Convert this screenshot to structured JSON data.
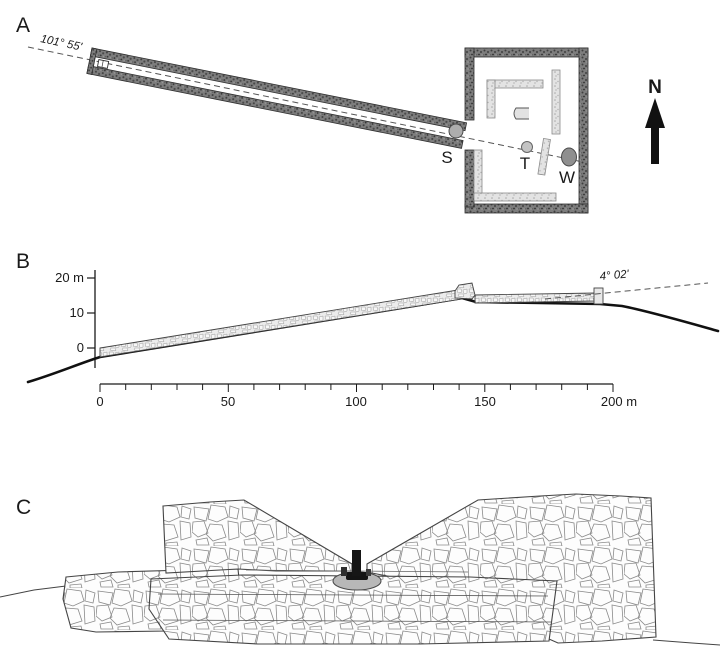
{
  "figure": {
    "colors": {
      "background": "#ffffff",
      "ink": "#1a1a1a",
      "wall_dark": "#7a7a7a",
      "stipple_light": "#e3e3e3",
      "stone_gray": "#b0b0b0"
    },
    "panel_a": {
      "label": "A",
      "bearing_label": "101° 55'",
      "north_label": "N",
      "stone_s_label": "S",
      "stone_t_label": "T",
      "stone_w_label": "W"
    },
    "panel_b": {
      "label": "B",
      "slope_label": "4° 02'",
      "y_axis_ticks": [
        "20 m",
        "10",
        "0"
      ],
      "x_axis_ticks": [
        "0",
        "50",
        "100",
        "150",
        "200 m"
      ]
    },
    "panel_c": {
      "label": "C"
    }
  }
}
